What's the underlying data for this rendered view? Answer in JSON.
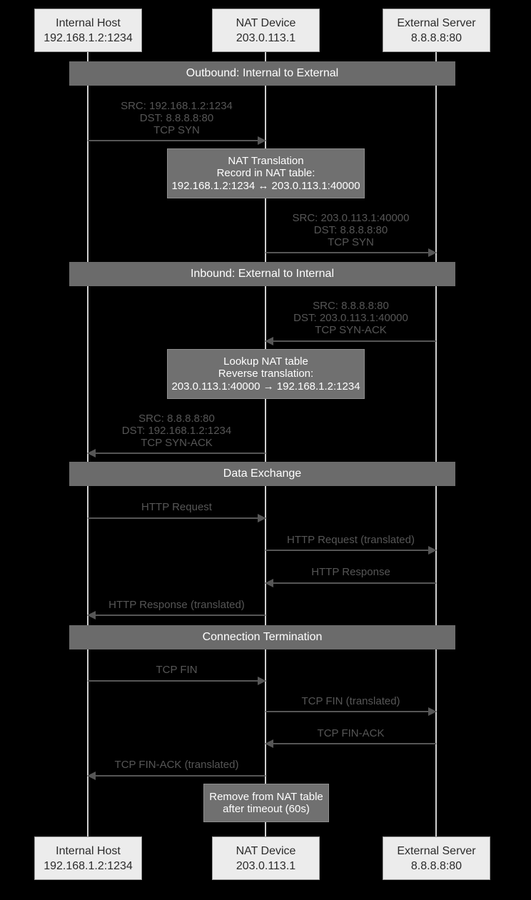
{
  "colors": {
    "background": "#000000",
    "actor_fill": "#ececec",
    "actor_text": "#2b2b2b",
    "section_fill": "#6b6b6b",
    "note_fill": "#707070",
    "text_on_gray": "#ffffff",
    "message_text": "#565656",
    "arrow": "#565656",
    "lifeline": "#d0d0d0"
  },
  "actors": [
    {
      "name": "Internal Host",
      "address": "192.168.1.2:1234"
    },
    {
      "name": "NAT Device",
      "address": "203.0.113.1"
    },
    {
      "name": "External Server",
      "address": "8.8.8.8:80"
    }
  ],
  "sections": [
    {
      "label": "Outbound: Internal to External"
    },
    {
      "label": "Inbound: External to Internal"
    },
    {
      "label": "Data Exchange"
    },
    {
      "label": "Connection Termination"
    }
  ],
  "messages": [
    {
      "from": "internal-host",
      "to": "nat-device",
      "lines": [
        "SRC: 192.168.1.2:1234",
        "DST: 8.8.8.8:80",
        "TCP SYN"
      ]
    },
    {
      "from": "nat-device",
      "to": "external-server",
      "lines": [
        "SRC: 203.0.113.1:40000",
        "DST: 8.8.8.8:80",
        "TCP SYN"
      ]
    },
    {
      "from": "external-server",
      "to": "nat-device",
      "lines": [
        "SRC: 8.8.8.8:80",
        "DST: 203.0.113.1:40000",
        "TCP SYN-ACK"
      ]
    },
    {
      "from": "nat-device",
      "to": "internal-host",
      "lines": [
        "SRC: 8.8.8.8:80",
        "DST: 192.168.1.2:1234",
        "TCP SYN-ACK"
      ]
    },
    {
      "from": "internal-host",
      "to": "nat-device",
      "lines": [
        "HTTP Request"
      ]
    },
    {
      "from": "nat-device",
      "to": "external-server",
      "lines": [
        "HTTP Request (translated)"
      ]
    },
    {
      "from": "external-server",
      "to": "nat-device",
      "lines": [
        "HTTP Response"
      ]
    },
    {
      "from": "nat-device",
      "to": "internal-host",
      "lines": [
        "HTTP Response (translated)"
      ]
    },
    {
      "from": "internal-host",
      "to": "nat-device",
      "lines": [
        "TCP FIN"
      ]
    },
    {
      "from": "nat-device",
      "to": "external-server",
      "lines": [
        "TCP FIN (translated)"
      ]
    },
    {
      "from": "external-server",
      "to": "nat-device",
      "lines": [
        "TCP FIN-ACK"
      ]
    },
    {
      "from": "nat-device",
      "to": "internal-host",
      "lines": [
        "TCP FIN-ACK (translated)"
      ]
    }
  ],
  "notes": [
    {
      "lines": [
        "NAT Translation",
        "Record in NAT table:",
        "192.168.1.2:1234 ↔ 203.0.113.1:40000"
      ]
    },
    {
      "lines": [
        "Lookup NAT table",
        "Reverse translation:",
        "203.0.113.1:40000 → 192.168.1.2:1234"
      ]
    },
    {
      "lines": [
        "Remove from NAT table",
        "after timeout (60s)"
      ]
    }
  ]
}
